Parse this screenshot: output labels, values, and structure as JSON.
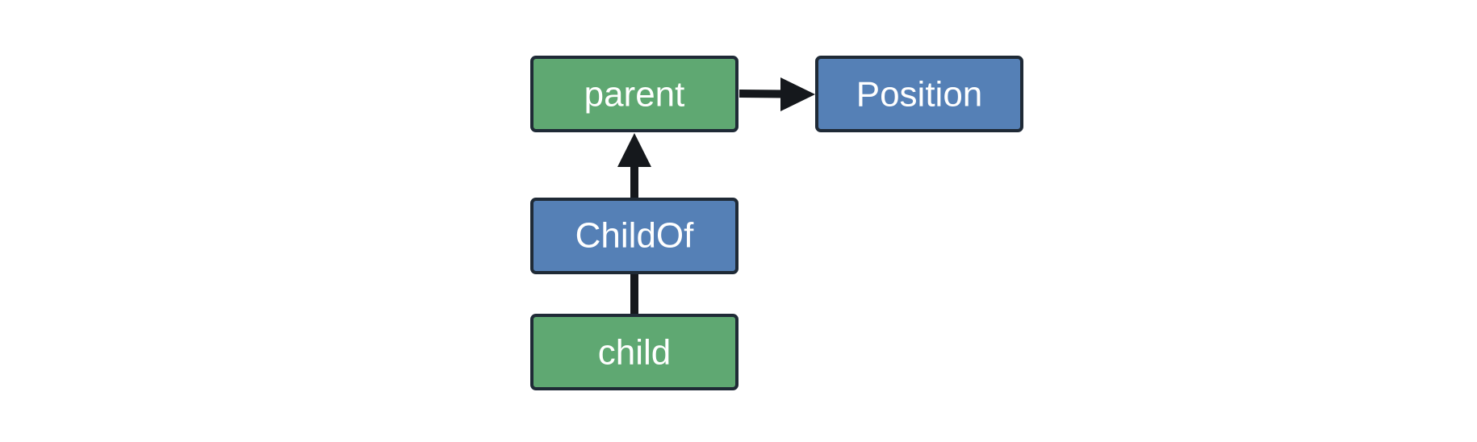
{
  "diagram": {
    "colors": {
      "entity": "#5fa872",
      "component": "#5580b6",
      "outline": "#1f2a36",
      "edge": "#15181c",
      "text": "#ffffff"
    },
    "nodes": {
      "parent": {
        "label": "parent",
        "kind": "entity"
      },
      "position": {
        "label": "Position",
        "kind": "component"
      },
      "child_of": {
        "label": "ChildOf",
        "kind": "component"
      },
      "child": {
        "label": "child",
        "kind": "entity"
      }
    },
    "edges": [
      {
        "from": "parent",
        "to": "position",
        "arrow": true
      },
      {
        "from": "child_of",
        "to": "parent",
        "arrow": true
      },
      {
        "from": "child",
        "to": "child_of",
        "arrow": false
      }
    ]
  }
}
